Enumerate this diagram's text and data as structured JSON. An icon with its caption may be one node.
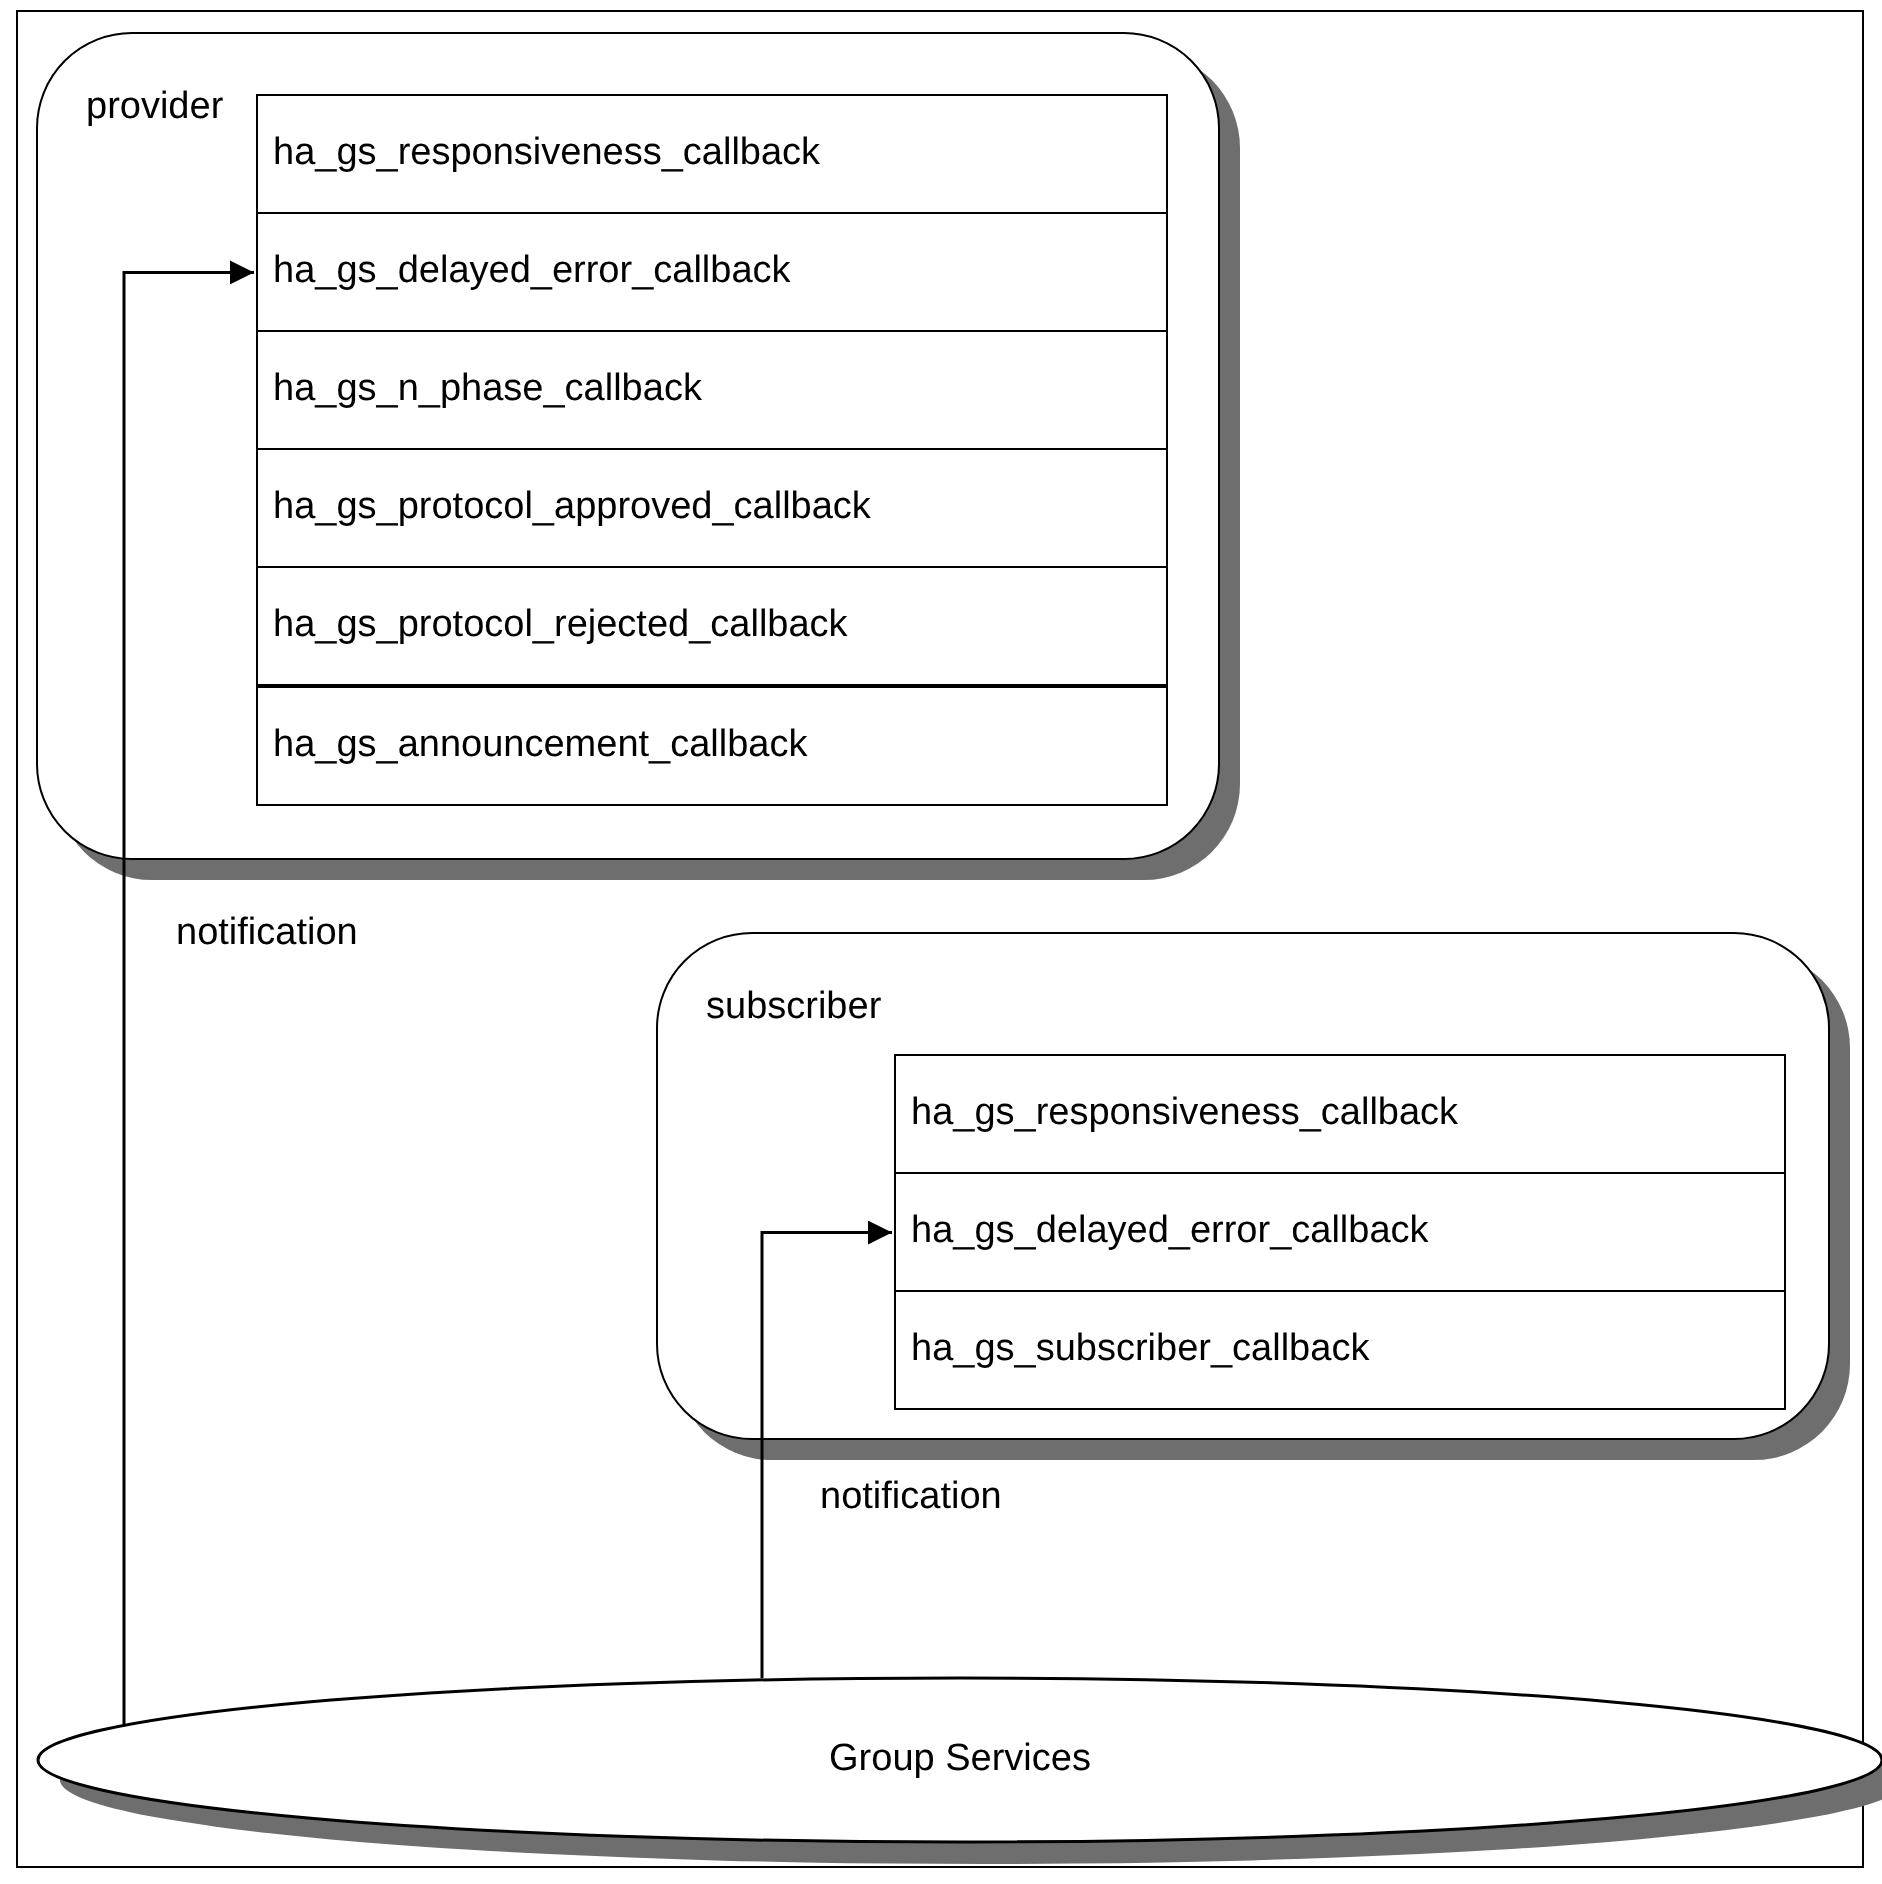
{
  "diagram": {
    "nodes": [
      {
        "text": [
          "provider"
        ]
      },
      {
        "text": [
          "ha_gs_responsiveness_callback"
        ],
        "in": 0
      },
      {
        "text": [
          "ha_gs_delayed_error_callback"
        ],
        "in": 0
      },
      {
        "text": [
          "ha_gs_n_phase_callback"
        ],
        "in": 0
      },
      {
        "text": [
          "ha_gs_protocol_approved_callback"
        ],
        "in": 0
      },
      {
        "text": [
          "ha_gs_protocol_rejected_callback"
        ],
        "in": 0
      },
      {
        "text": [
          "ha_gs_announcement_callback"
        ],
        "in": 0
      },
      {
        "text": [
          "subscriber"
        ]
      },
      {
        "text": [
          "ha_gs_responsiveness_callback"
        ],
        "in": 7
      },
      {
        "text": [
          "ha_gs_delayed_error_callback"
        ],
        "in": 7
      },
      {
        "text": [
          "ha_gs_subscriber_callback"
        ],
        "in": 7
      },
      {
        "text": [
          "Group Services"
        ]
      }
    ],
    "edges": [
      {
        "from": 11,
        "to": 2,
        "arrow": "to",
        "label": "notification"
      },
      {
        "from": 11,
        "to": 9,
        "arrow": "to",
        "label": "notification"
      }
    ]
  }
}
